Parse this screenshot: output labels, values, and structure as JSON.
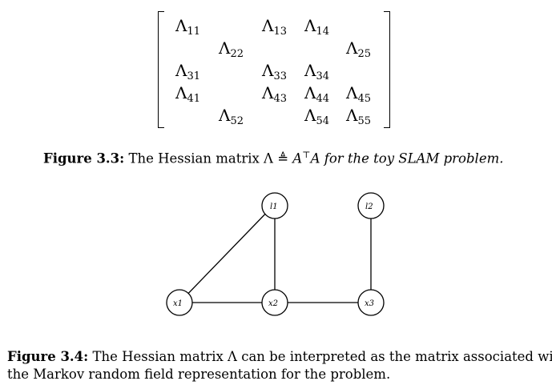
{
  "matrix": {
    "entries": {
      "e11": "11",
      "e13": "13",
      "e14": "14",
      "e22": "22",
      "e25": "25",
      "e31": "31",
      "e33": "33",
      "e34": "34",
      "e41": "41",
      "e43": "43",
      "e44": "44",
      "e45": "45",
      "e52": "52",
      "e54": "54",
      "e55": "55"
    },
    "symbol": "Λ"
  },
  "caption_3_3": {
    "label": "Figure 3.3:",
    "text_before": " The Hessian matrix Λ ",
    "defeq": "≜",
    "text_middle": " A",
    "transpose": "⊤",
    "text_after": "A for the toy SLAM problem."
  },
  "graph": {
    "nodes": {
      "l1": "l1",
      "l2": "l2",
      "x1": "x1",
      "x2": "x2",
      "x3": "x3"
    }
  },
  "caption_3_4": {
    "label": "Figure 3.4:",
    "line1": " The Hessian matrix Λ can be interpreted as the matrix associated with",
    "line2": "the Markov random field representation for the problem."
  }
}
